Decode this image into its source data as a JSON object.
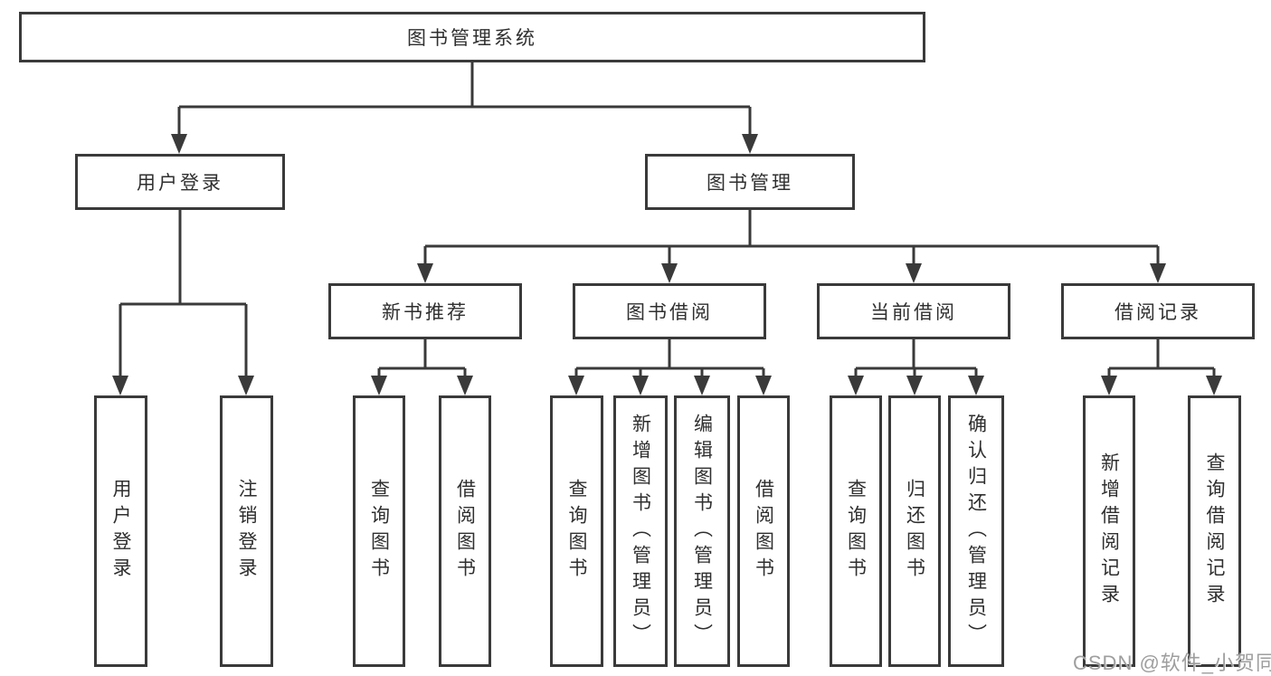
{
  "diagram": {
    "root": "图书管理系统",
    "level2": [
      "用户登录",
      "图书管理"
    ],
    "level3": [
      "新书推荐",
      "图书借阅",
      "当前借阅",
      "借阅记录"
    ],
    "leaves": {
      "login": [
        "用户登录",
        "注销登录"
      ],
      "recommend": [
        "查询图书",
        "借阅图书"
      ],
      "borrow": [
        "查询图书",
        "新增图书（管理员）",
        "编辑图书（管理员）",
        "借阅图书"
      ],
      "current": [
        "查询图书",
        "归还图书",
        "确认归还（管理员）"
      ],
      "records": [
        "新增借阅记录",
        "查询借阅记录"
      ]
    }
  },
  "watermark": "CSDN @软件_小贺同学",
  "colors": {
    "line": "#3a3a3a",
    "text": "#2f2f2f",
    "background": "#ffffff",
    "watermark": "#9e9e9e"
  }
}
